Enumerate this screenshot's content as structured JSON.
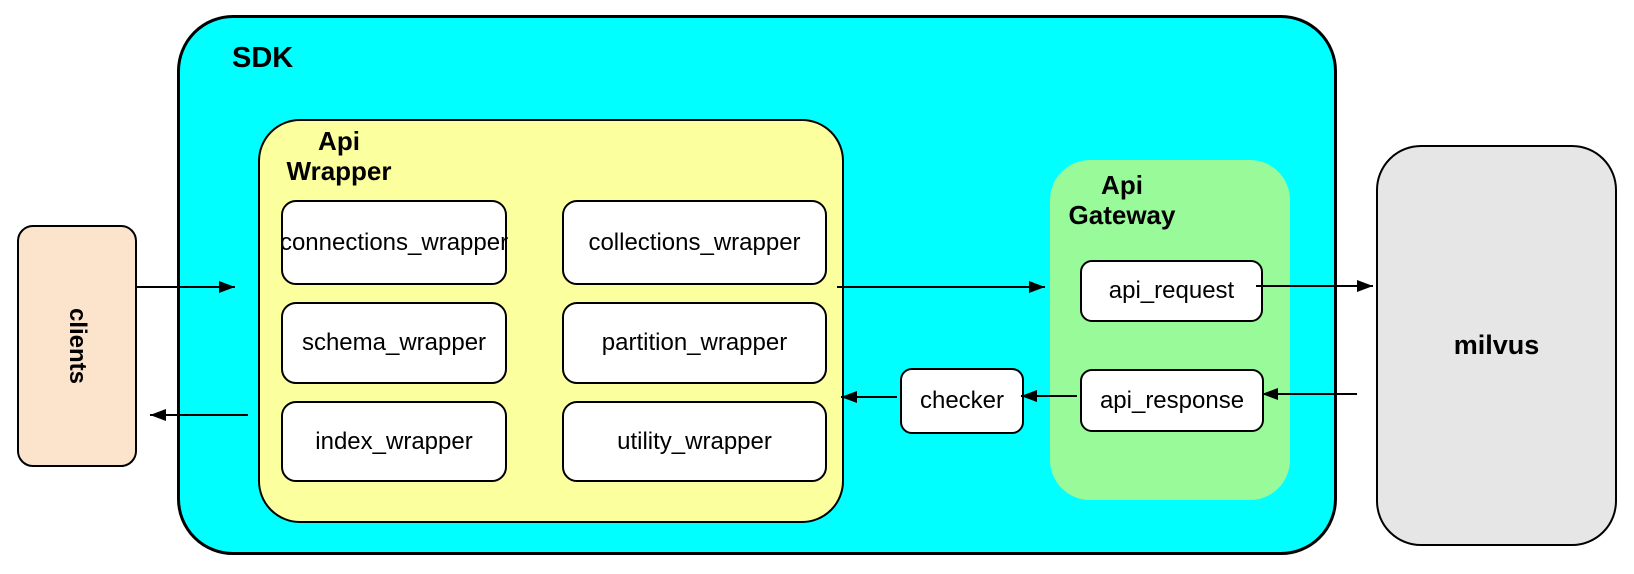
{
  "diagram": {
    "colors": {
      "sdk_fill": "#00ffff",
      "api_wrapper_fill": "#fcff9e",
      "api_gateway_fill": "#99fa99",
      "clients_fill": "#fce4cc",
      "milvus_fill": "#e6e6e6",
      "inner_node_fill": "#ffffff",
      "border_and_arrows": "#000000"
    },
    "nodes": {
      "clients": {
        "label": "clients"
      },
      "sdk": {
        "label": "SDK"
      },
      "api_wrapper": {
        "label_line1": "Api",
        "label_line2": "Wrapper"
      },
      "wrappers": [
        {
          "label": "connections_wrapper"
        },
        {
          "label": "collections_wrapper"
        },
        {
          "label": "schema_wrapper"
        },
        {
          "label": "partition_wrapper"
        },
        {
          "label": "index_wrapper"
        },
        {
          "label": "utility_wrapper"
        }
      ],
      "checker": {
        "label": "checker"
      },
      "api_gateway": {
        "label_line1": "Api",
        "label_line2": "Gateway"
      },
      "api_request": {
        "label": "api_request"
      },
      "api_response": {
        "label": "api_response"
      },
      "milvus": {
        "label": "milvus"
      }
    },
    "edges": [
      {
        "from": "clients",
        "to": "api_wrapper",
        "direction": "right"
      },
      {
        "from": "api_wrapper",
        "to": "api_gateway",
        "direction": "right"
      },
      {
        "from": "api_request",
        "to": "milvus",
        "direction": "right"
      },
      {
        "from": "milvus",
        "to": "api_response",
        "direction": "left"
      },
      {
        "from": "api_response",
        "to": "checker",
        "direction": "left"
      },
      {
        "from": "checker",
        "to": "api_wrapper",
        "direction": "left"
      },
      {
        "from": "sdk",
        "to": "clients",
        "direction": "left"
      }
    ]
  }
}
